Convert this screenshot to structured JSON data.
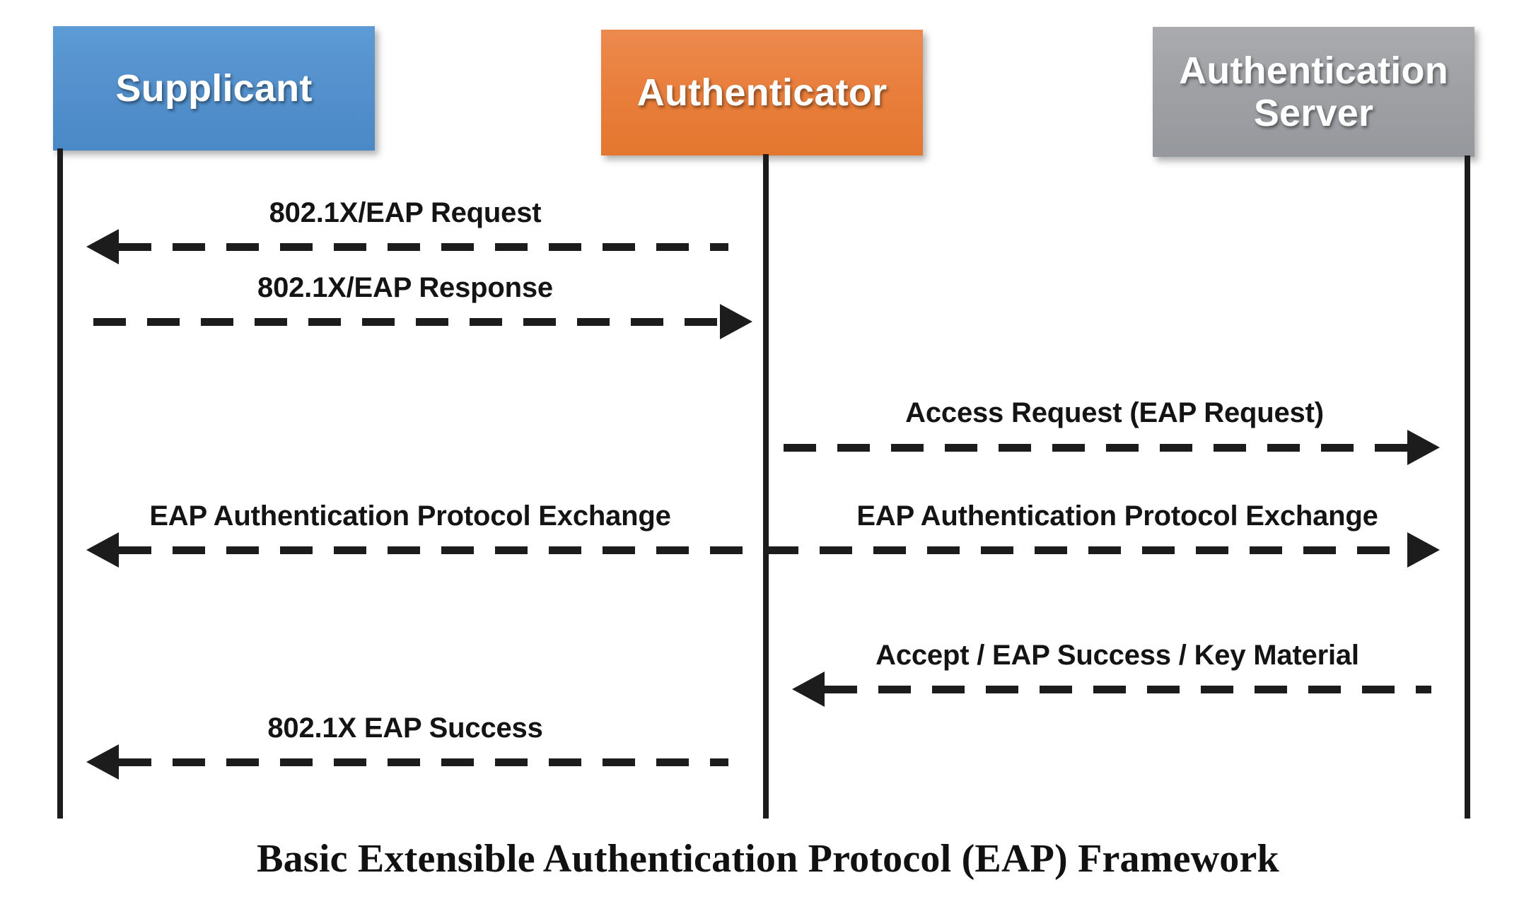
{
  "diagram": {
    "title": "Basic Extensible Authentication Protocol (EAP) Framework",
    "actors": [
      {
        "id": "supplicant",
        "label": "Supplicant",
        "color": "#5491cd"
      },
      {
        "id": "authenticator",
        "label": "Authenticator",
        "color": "#e97f3d"
      },
      {
        "id": "auth_server",
        "label": "Authentication Server",
        "color": "#9fa1a5"
      }
    ],
    "messages": [
      {
        "label": "802.1X/EAP Request",
        "from": "authenticator",
        "to": "supplicant",
        "direction": "left",
        "style": "dashed"
      },
      {
        "label": "802.1X/EAP Response",
        "from": "supplicant",
        "to": "authenticator",
        "direction": "right",
        "style": "dashed"
      },
      {
        "label": "Access Request (EAP Request)",
        "from": "authenticator",
        "to": "auth_server",
        "direction": "right",
        "style": "dashed"
      },
      {
        "label": "EAP Authentication Protocol Exchange",
        "from": "authenticator",
        "to": "supplicant",
        "direction": "left",
        "style": "dashed"
      },
      {
        "label": "EAP Authentication Protocol Exchange",
        "from": "authenticator",
        "to": "auth_server",
        "direction": "right",
        "style": "dashed"
      },
      {
        "label": "Accept / EAP Success / Key Material",
        "from": "auth_server",
        "to": "authenticator",
        "direction": "left",
        "style": "dashed"
      },
      {
        "label": "802.1X EAP Success",
        "from": "authenticator",
        "to": "supplicant",
        "direction": "left",
        "style": "dashed"
      }
    ]
  }
}
